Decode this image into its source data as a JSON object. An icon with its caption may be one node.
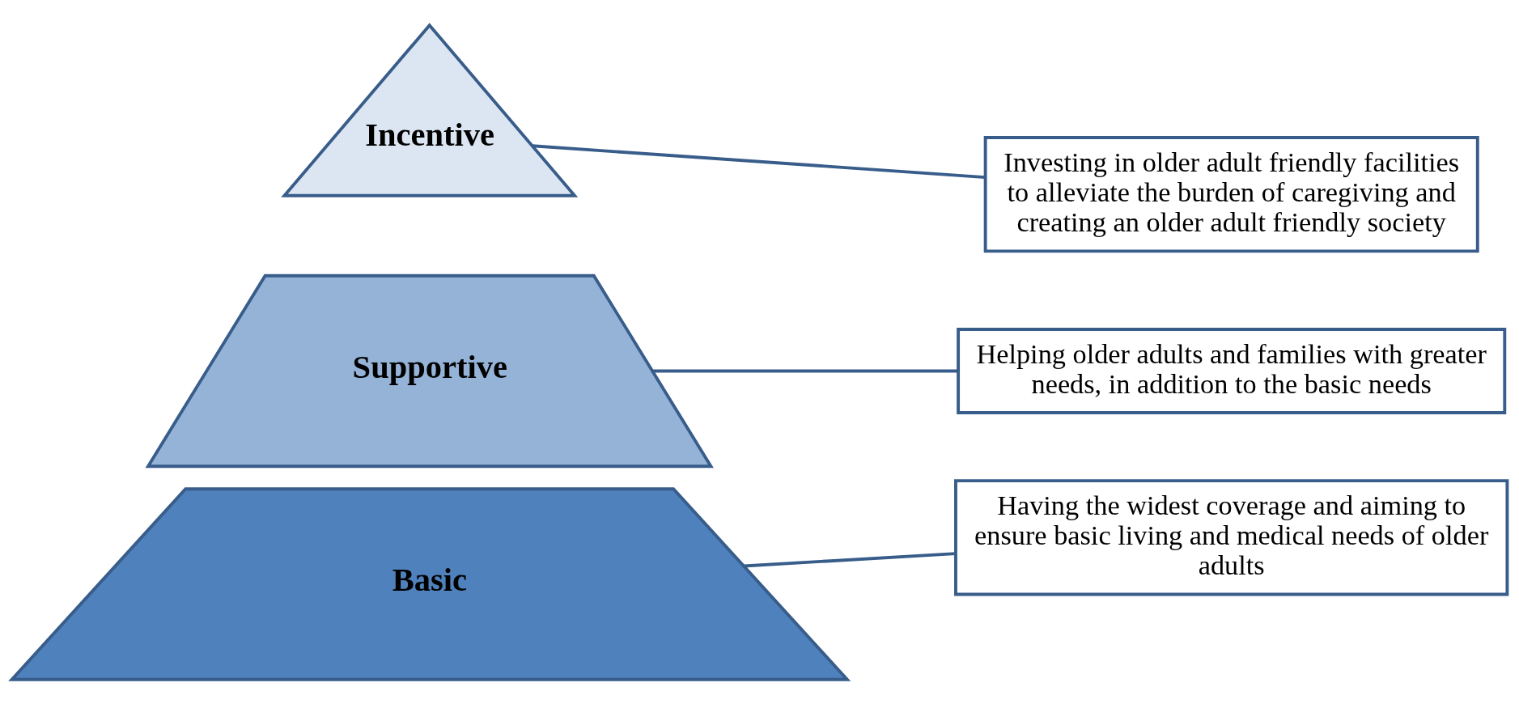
{
  "diagram": {
    "nodes": [
      {
        "text": [
          "Incentive"
        ]
      },
      {
        "text": [
          "Investing in older adult friendly facilities to alleviate the burden of caregiving and creating an older adult friendly society"
        ]
      },
      {
        "text": [
          "Supportive"
        ]
      },
      {
        "text": [
          "Helping older adults and families with greater needs, in addition to the basic needs"
        ]
      },
      {
        "text": [
          "Basic"
        ]
      },
      {
        "text": [
          "Having the widest coverage and aiming to ensure basic living and medical needs of older adults"
        ]
      }
    ],
    "edges": [
      {
        "from": 0,
        "to": 1,
        "arrow": "none"
      },
      {
        "from": 2,
        "to": 3,
        "arrow": "none"
      },
      {
        "from": 4,
        "to": 5,
        "arrow": "none"
      }
    ]
  }
}
